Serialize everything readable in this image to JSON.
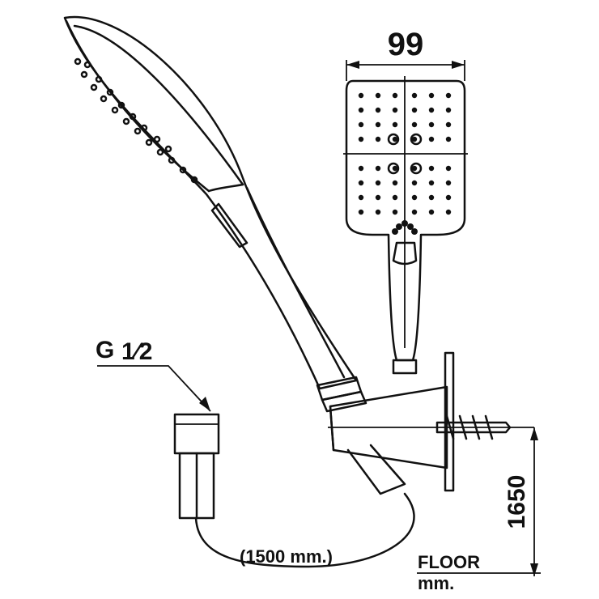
{
  "labels": {
    "width_dim": "99",
    "thread_g": "G",
    "thread_fraction": "1⁄2",
    "hose_length": "(1500 mm.)",
    "height_dim": "1650",
    "floor": "FLOOR",
    "unit": "mm."
  },
  "colors": {
    "line": "#111111",
    "background": "#ffffff"
  }
}
